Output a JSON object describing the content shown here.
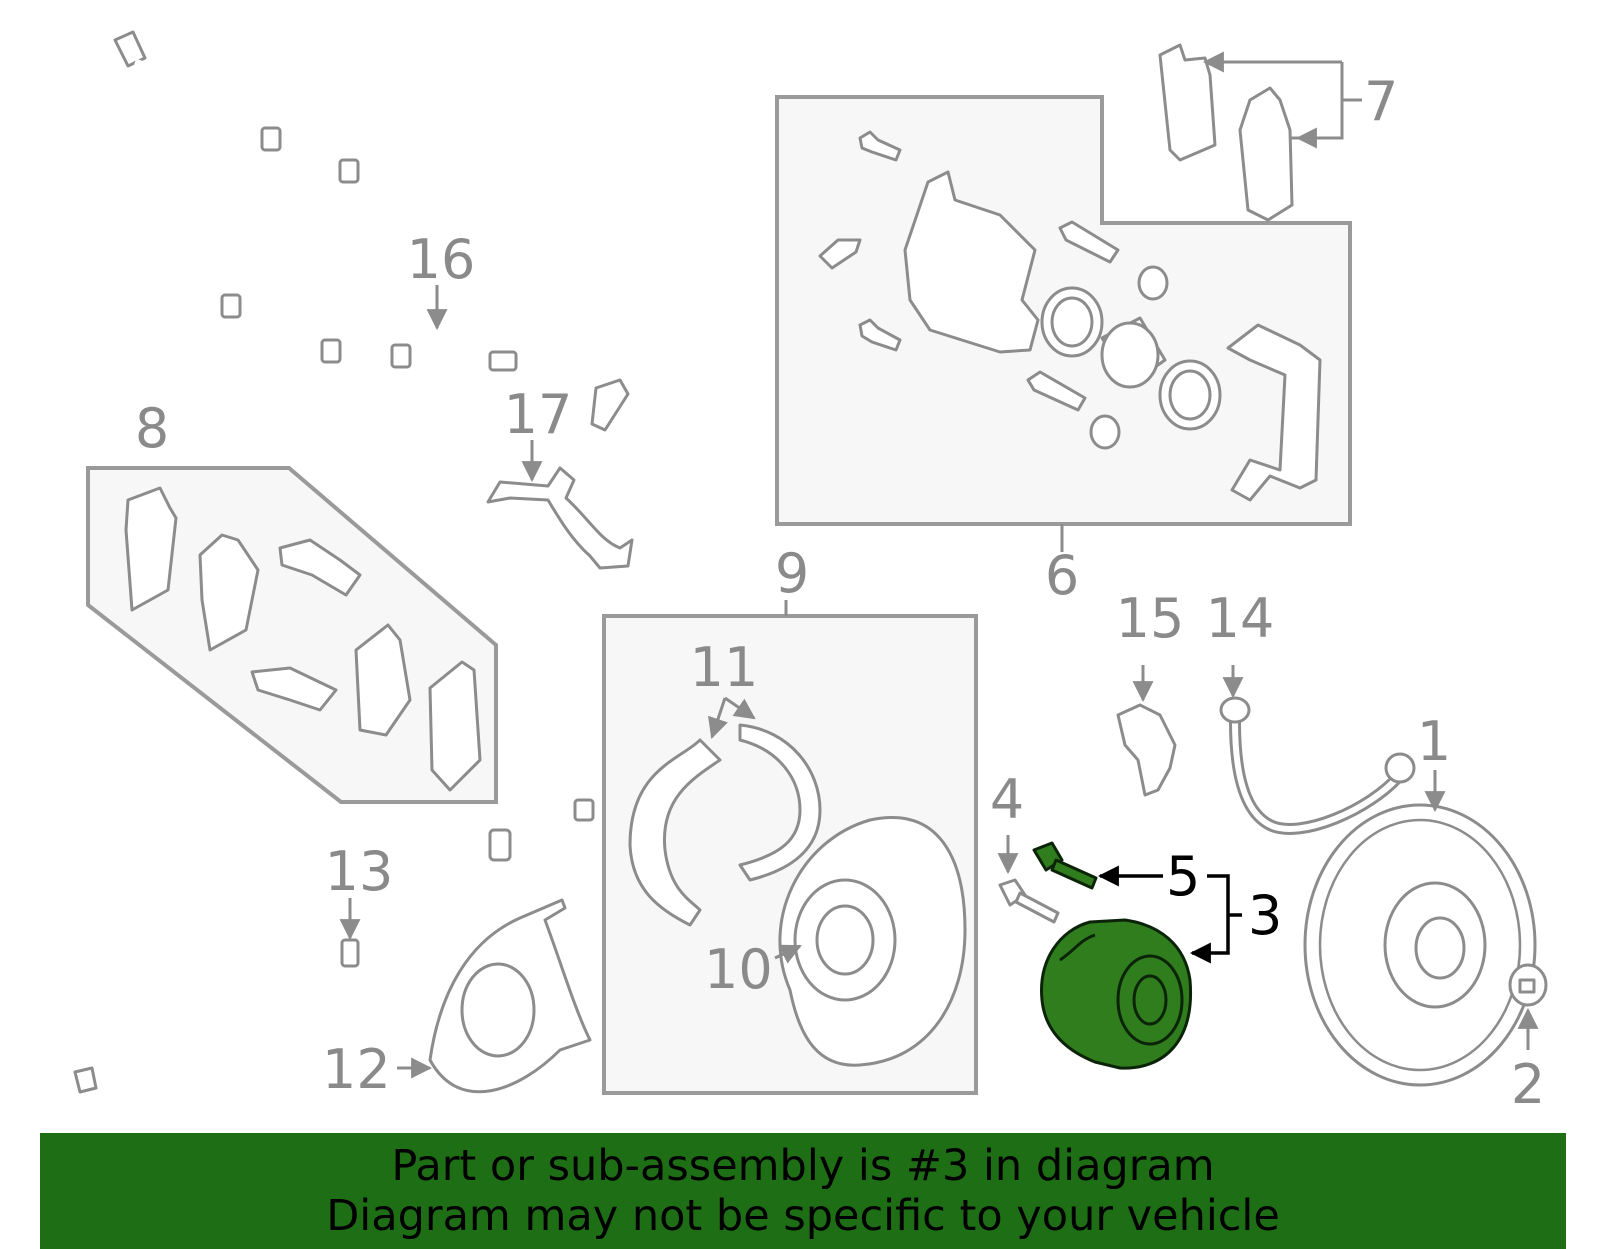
{
  "callouts": {
    "c1": "1",
    "c2": "2",
    "c3": "3",
    "c4": "4",
    "c5": "5",
    "c6": "6",
    "c7": "7",
    "c8": "8",
    "c9": "9",
    "c10": "10",
    "c11": "11",
    "c12": "12",
    "c13": "13",
    "c14": "14",
    "c15": "15",
    "c16": "16",
    "c17": "17"
  },
  "highlighted_part": "3",
  "colors": {
    "highlight": "#2f7d1c",
    "banner": "#1e6e16",
    "outline": "#8c8c8c"
  },
  "banner": {
    "line1": "Part or sub-assembly is #3 in diagram",
    "line2": "Diagram may not be specific to your vehicle"
  }
}
